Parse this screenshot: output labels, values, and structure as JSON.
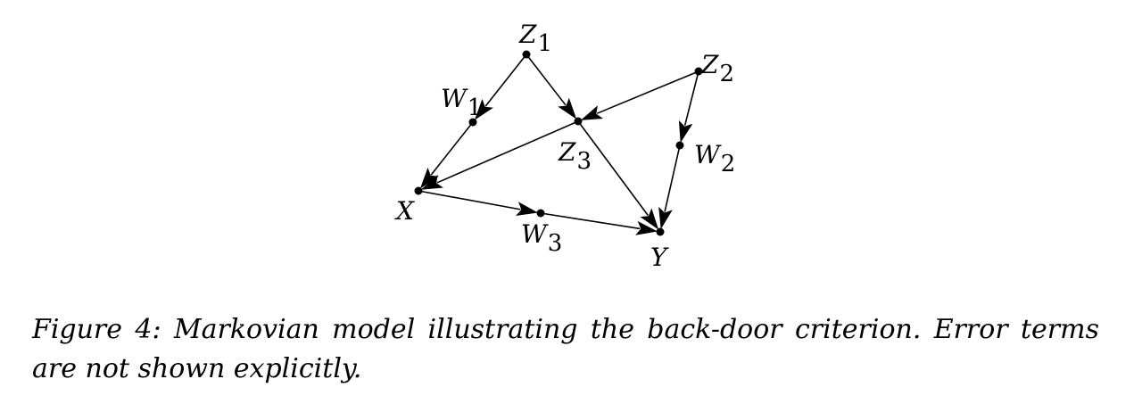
{
  "diagram": {
    "nodes": [
      {
        "id": "z1",
        "name": "Z",
        "sub": "1"
      },
      {
        "id": "z2",
        "name": "Z",
        "sub": "2"
      },
      {
        "id": "w1",
        "name": "W",
        "sub": "1"
      },
      {
        "id": "z3",
        "name": "Z",
        "sub": "3"
      },
      {
        "id": "w2",
        "name": "W",
        "sub": "2"
      },
      {
        "id": "x",
        "name": "X",
        "sub": ""
      },
      {
        "id": "w3",
        "name": "W",
        "sub": "3"
      },
      {
        "id": "y",
        "name": "Y",
        "sub": ""
      }
    ],
    "edges": [
      {
        "from": "z1",
        "to": "w1"
      },
      {
        "from": "w1",
        "to": "x"
      },
      {
        "from": "z1",
        "to": "z3"
      },
      {
        "from": "z2",
        "to": "z3"
      },
      {
        "from": "z3",
        "to": "x"
      },
      {
        "from": "z3",
        "to": "y"
      },
      {
        "from": "z2",
        "to": "w2"
      },
      {
        "from": "w2",
        "to": "y"
      },
      {
        "from": "x",
        "to": "w3"
      },
      {
        "from": "w3",
        "to": "y"
      }
    ]
  },
  "caption": {
    "label": "Figure 4",
    "text": ":  Markovian model illustrating the back-door criterion.  Error terms are not shown explicitly."
  }
}
